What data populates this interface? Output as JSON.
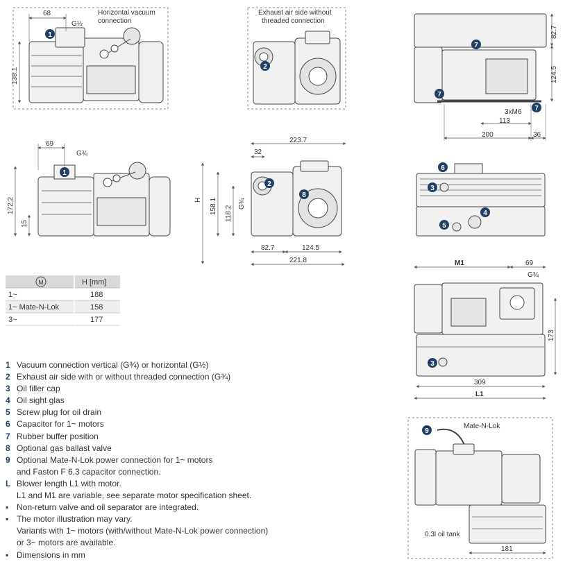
{
  "views": {
    "top_left": {
      "dim_width": "68",
      "thread_label": "G½",
      "dim_height": "138.1",
      "note": [
        "Horizontal vacuum",
        "connection"
      ]
    },
    "top_middle": {
      "note": [
        "Exhaust air side without",
        "threaded connection"
      ]
    },
    "top_right": {
      "dim_827": "82.7",
      "dim_1245": "124.5",
      "screw_label": "3xM6",
      "dim_113": "113",
      "dim_200": "200",
      "dim_36": "36"
    },
    "mid_left": {
      "dim_width": "69",
      "thread_label": "G¾",
      "dim_height": "172.2",
      "dim_15": "15"
    },
    "mid_middle": {
      "dim_2237": "223.7",
      "dim_32": "32",
      "dim_H": "H",
      "dim_1581": "158.1",
      "dim_1182": "118.2",
      "thread_label": "G¾",
      "dim_827": "82.7",
      "dim_1245": "124.5",
      "dim_2218": "221.8"
    },
    "bottom_right": {
      "dim_M1": "M1",
      "dim_69": "69",
      "thread_label": "G¾",
      "dim_173": "173",
      "dim_309": "309",
      "dim_L1": "L1"
    },
    "mate_view": {
      "label": "Mate-N-Lok",
      "tank_label": "0.3l oil tank",
      "dim_181": "181"
    }
  },
  "table": {
    "header_symbol": "M",
    "header_value": "H [mm]",
    "rows": [
      {
        "motor": "1~",
        "h": "188"
      },
      {
        "motor": "1~ Mate-N-Lok",
        "h": "158"
      },
      {
        "motor": "3~",
        "h": "177"
      }
    ]
  },
  "legend": [
    {
      "key": "1",
      "text": "Vacuum connection vertical (G¾) or horizontal (G½)"
    },
    {
      "key": "2",
      "text": "Exhaust air side with or without threaded connection (G¾)"
    },
    {
      "key": "3",
      "text": "Oil filler cap"
    },
    {
      "key": "4",
      "text": "Oil sight glas"
    },
    {
      "key": "5",
      "text": "Screw plug for oil drain"
    },
    {
      "key": "6",
      "text": "Capacitor for 1~ motors"
    },
    {
      "key": "7",
      "text": "Rubber buffer position"
    },
    {
      "key": "8",
      "text": "Optional gas ballast valve"
    },
    {
      "key": "9",
      "text": "Optional Mate-N-Lok power connection for 1~ motors"
    },
    {
      "key": "",
      "text": "and Faston F 6.3 capacitor connection."
    },
    {
      "key": "L",
      "text": "Blower length L1 with motor."
    },
    {
      "key": "",
      "text": "L1 and M1 are variable, see separate motor specification sheet."
    },
    {
      "key": "▪",
      "text": "Non-return valve and oil separator are integrated."
    },
    {
      "key": "▪",
      "text": "The motor illustration may vary."
    },
    {
      "key": "",
      "text": "Variants with 1~ motors (with/without Mate-N-Lok power connection)"
    },
    {
      "key": "",
      "text": "or 3~ motors are available."
    },
    {
      "key": "▪",
      "text": "Dimensions in mm"
    }
  ],
  "colors": {
    "badge": "#1f3f66",
    "line": "#555555",
    "header_fill": "#d9d9d9"
  }
}
